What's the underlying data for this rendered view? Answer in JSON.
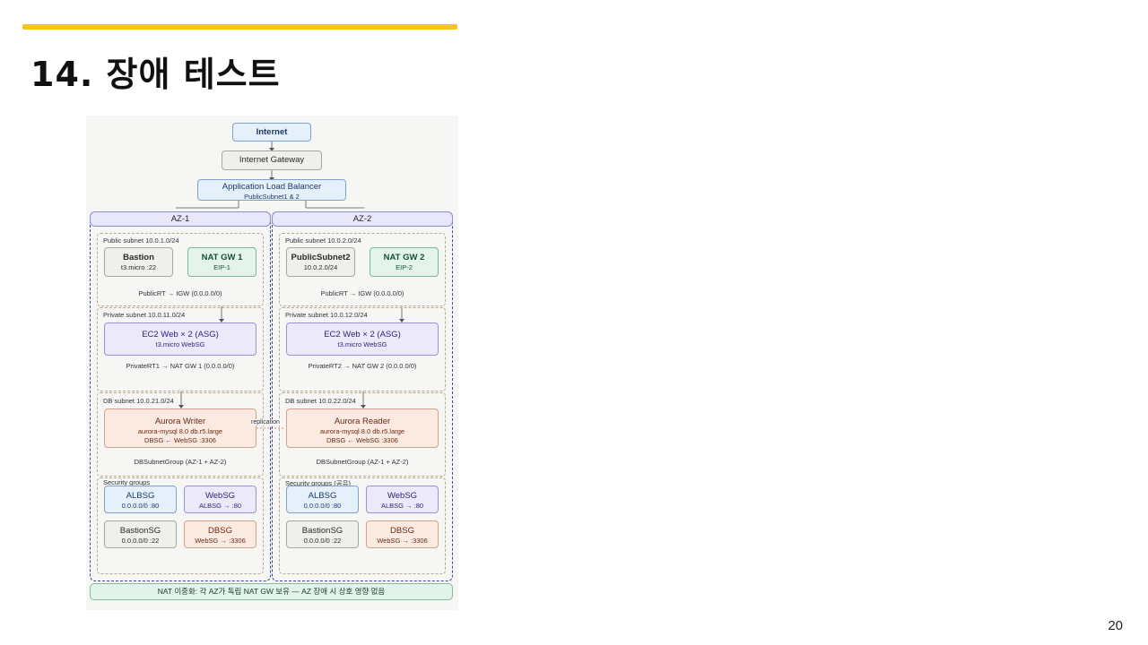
{
  "slide": {
    "title": "14. 장애 테스트",
    "page_number": "20"
  },
  "diagram": {
    "internet": "Internet",
    "igw": "Internet Gateway",
    "alb": {
      "title": "Application Load Balancer",
      "sub": "PublicSubnet1 & 2"
    },
    "az1": {
      "label": "AZ-1",
      "public_subnet": "Public subnet 10.0.1.0/24",
      "bastion": {
        "title": "Bastion",
        "sub": "t3.micro :22"
      },
      "nat": {
        "title": "NAT GW 1",
        "sub": "EIP-1"
      },
      "public_rt": "PublicRT → IGW (0.0.0.0/0)",
      "private_subnet": "Private subnet 10.0.11.0/24",
      "ec2": {
        "title": "EC2 Web × 2 (ASG)",
        "sub": "t3.micro WebSG"
      },
      "private_rt": "PrivateRT1 → NAT GW 1 (0.0.0.0/0)",
      "db_subnet": "DB subnet 10.0.21.0/24",
      "aurora": {
        "title": "Aurora Writer",
        "sub1": "aurora-mysql 8.0 db.r5.large",
        "sub2": "DBSG ← WebSG :3306"
      },
      "db_group": "DBSubnetGroup (AZ-1 + AZ-2)",
      "sg_label": "Security groups",
      "sg": [
        {
          "title": "ALBSG",
          "sub": "0.0.0.0/0 :80"
        },
        {
          "title": "WebSG",
          "sub": "ALBSG → :80"
        },
        {
          "title": "BastionSG",
          "sub": "0.0.0.0/0 :22"
        },
        {
          "title": "DBSG",
          "sub": "WebSG → :3306"
        }
      ]
    },
    "az2": {
      "label": "AZ-2",
      "public_subnet": "Public subnet 10.0.2.0/24",
      "bastion": {
        "title": "PublicSubnet2",
        "sub": "10.0.2.0/24"
      },
      "nat": {
        "title": "NAT GW 2",
        "sub": "EIP-2"
      },
      "public_rt": "PublicRT → IGW (0.0.0.0/0)",
      "private_subnet": "Private subnet 10.0.12.0/24",
      "ec2": {
        "title": "EC2 Web × 2 (ASG)",
        "sub": "t3.micro WebSG"
      },
      "private_rt": "PrivateRT2 → NAT GW 2 (0.0.0.0/0)",
      "db_subnet": "DB subnet 10.0.22.0/24",
      "aurora": {
        "title": "Aurora Reader",
        "sub1": "aurora-mysql 8.0 db.r5.large",
        "sub2": "DBSG ← WebSG :3306"
      },
      "db_group": "DBSubnetGroup (AZ-1 + AZ-2)",
      "sg_label": "Security groups (공유)",
      "sg": [
        {
          "title": "ALBSG",
          "sub": "0.0.0.0/0 :80"
        },
        {
          "title": "WebSG",
          "sub": "ALBSG → :80"
        },
        {
          "title": "BastionSG",
          "sub": "0.0.0.0/0 :22"
        },
        {
          "title": "DBSG",
          "sub": "WebSG → :3306"
        }
      ]
    },
    "replication": "replication",
    "footer": "NAT 이중화: 각 AZ가 독립 NAT GW 보유 — AZ 장애 시 상호 영향 없음"
  }
}
